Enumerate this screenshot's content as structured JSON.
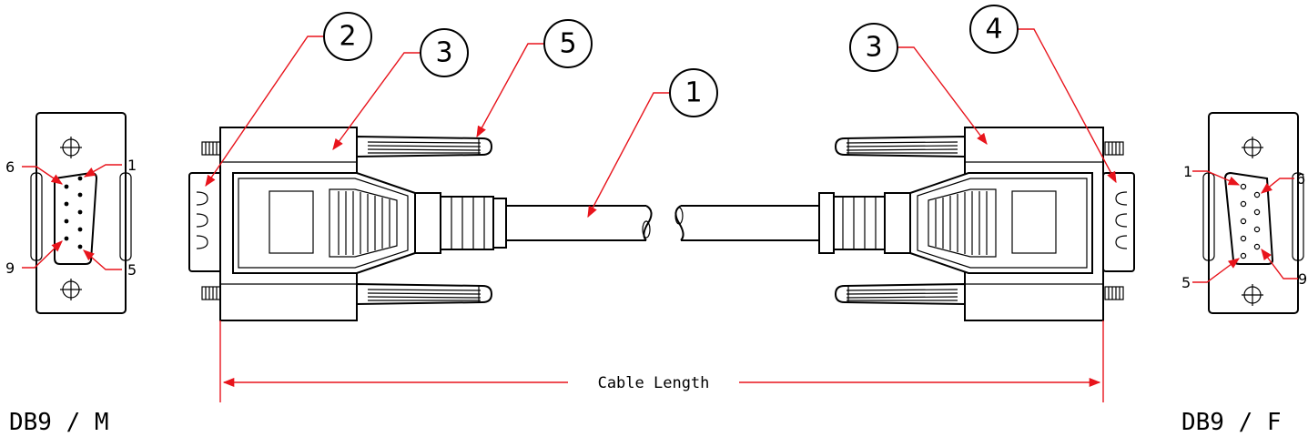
{
  "callouts": {
    "c1": "1",
    "c2": "2",
    "c3_left": "3",
    "c3_right": "3",
    "c4": "4",
    "c5": "5"
  },
  "dimension": {
    "label": "Cable Length"
  },
  "connectors": {
    "male": {
      "label": "DB9 / M",
      "pins": {
        "top_left": "6",
        "top_right": "1",
        "bottom_left": "9",
        "bottom_right": "5"
      }
    },
    "female": {
      "label": "DB9 / F",
      "pins": {
        "top_left": "1",
        "top_right": "6",
        "bottom_left": "5",
        "bottom_right": "9"
      }
    }
  },
  "colors": {
    "leader": "#e8141c",
    "outline": "#000000"
  }
}
